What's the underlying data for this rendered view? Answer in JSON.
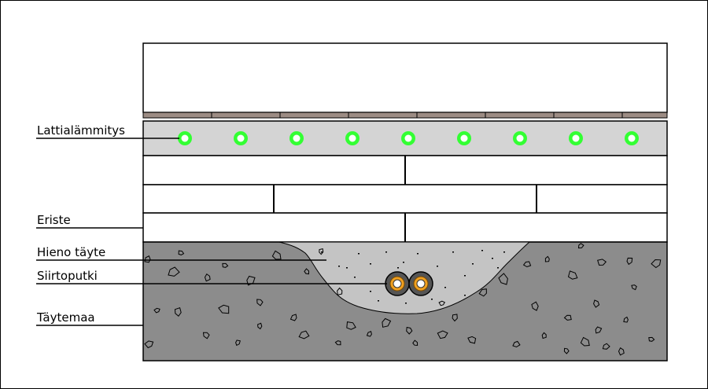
{
  "labels": {
    "floor_heating": "Lattialämmitys",
    "insulation": "Eriste",
    "fine_fill": "Hieno täyte",
    "transfer_pipe": "Siirtoputki",
    "fill_soil": "Täytemaa"
  },
  "colors": {
    "slab_gray": "#d4d4d4",
    "soil_gray": "#8c8c8c",
    "fine_fill_gray": "#c4c4c4",
    "heating_pipe": "#33ff33",
    "transfer_pipe_core": "#f0a020",
    "flooring_brown": "#9c8c84"
  },
  "floor_heating_pipe_count": 9
}
